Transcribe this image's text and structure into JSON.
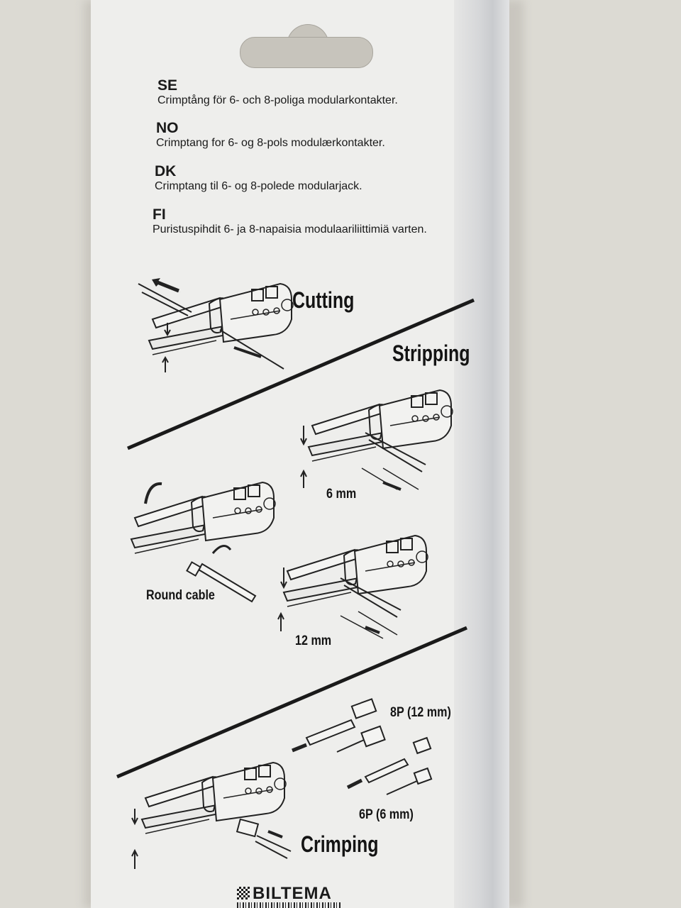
{
  "languages": [
    {
      "code": "SE",
      "text": "Crimptång för 6- och 8-poliga modularkontakter."
    },
    {
      "code": "NO",
      "text": "Crimptang for 6- og 8-pols modulærkontakter."
    },
    {
      "code": "DK",
      "text": "Crimptang til 6- og 8-polede modularjack."
    },
    {
      "code": "FI",
      "text": "Puristuspihdit 6- ja 8-napaisia modulaariliittimiä varten."
    }
  ],
  "steps": {
    "cutting": "Cutting",
    "stripping": "Stripping",
    "crimping": "Crimping"
  },
  "labels": {
    "six_mm": "6 mm",
    "twelve_mm": "12 mm",
    "round_cable": "Round cable",
    "eight_p": "8P (12 mm)",
    "six_p": "6P (6 mm)"
  },
  "brand": "BILTEMA",
  "colors": {
    "card": "#eeeeec",
    "ink": "#1a1a1a",
    "background": "#dcdad3"
  }
}
